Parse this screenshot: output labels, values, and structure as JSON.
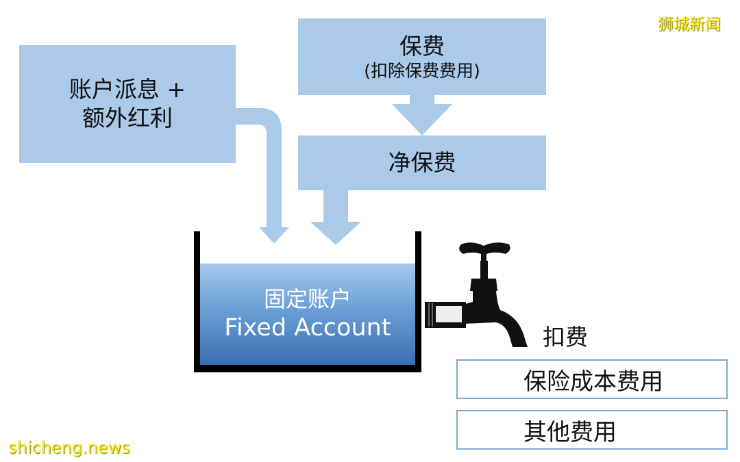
{
  "watermarks": {
    "top_right": "狮城新闻",
    "bottom_left": "shicheng.news"
  },
  "boxes": {
    "interest": {
      "line1": "账户派息 +",
      "line2": "额外红利"
    },
    "premium": {
      "title": "保费",
      "subtitle": "(扣除保费费用)"
    },
    "net_premium": {
      "title": "净保费"
    }
  },
  "tank": {
    "label_cn": "固定账户",
    "label_en": "Fixed Account"
  },
  "tap": {
    "label": "扣费"
  },
  "fees": [
    {
      "label": "保险成本费用"
    },
    {
      "label": "其他费用"
    }
  ],
  "colors": {
    "box_fill": "#abc9e8",
    "water_top": "#a7c8ea",
    "water_bottom": "#3a70b3",
    "fee_border": "#7ea6d6",
    "watermark": "#f3ea1a"
  }
}
